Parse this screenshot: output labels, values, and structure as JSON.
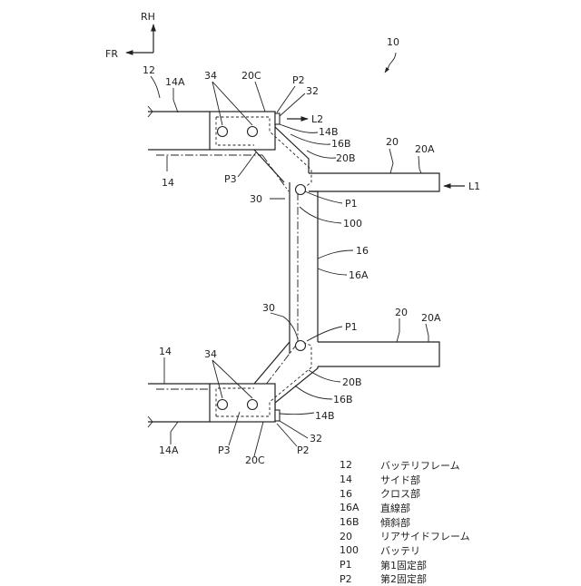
{
  "directions": {
    "up": "RH",
    "left": "FR"
  },
  "labels": {
    "n10": "10",
    "n12": "12",
    "n14a_top": "14A",
    "n14_top": "14",
    "n34_top": "34",
    "n20c_top": "20C",
    "p2_top": "P2",
    "n32_top": "32",
    "l2": "L2",
    "n14b_top": "14B",
    "n16b_top": "16B",
    "n20b_top": "20B",
    "n20_top": "20",
    "n20a_top": "20A",
    "l1": "L1",
    "p3_top": "P3",
    "n30_top": "30",
    "p1_top": "P1",
    "n100": "100",
    "n16": "16",
    "n16a": "16A",
    "n30_bot": "30",
    "p1_bot": "P1",
    "n20_bot": "20",
    "n20a_bot": "20A",
    "n14_bot": "14",
    "n34_bot": "34",
    "n20b_bot": "20B",
    "n16b_bot": "16B",
    "n14b_bot": "14B",
    "n32_bot": "32",
    "p2_bot": "P2",
    "n20c_bot": "20C",
    "p3_bot": "P3",
    "n14a_bot": "14A"
  },
  "legend": [
    {
      "code": "12",
      "name": "バッテリフレーム"
    },
    {
      "code": "14",
      "name": "サイド部"
    },
    {
      "code": "16",
      "name": "クロス部"
    },
    {
      "code": "16A",
      "name": "直線部"
    },
    {
      "code": "16B",
      "name": "傾斜部"
    },
    {
      "code": "20",
      "name": "リアサイドフレーム"
    },
    {
      "code": "100",
      "name": "バッテリ"
    },
    {
      "code": "P1",
      "name": "第1固定部"
    },
    {
      "code": "P2",
      "name": "第2固定部"
    }
  ]
}
